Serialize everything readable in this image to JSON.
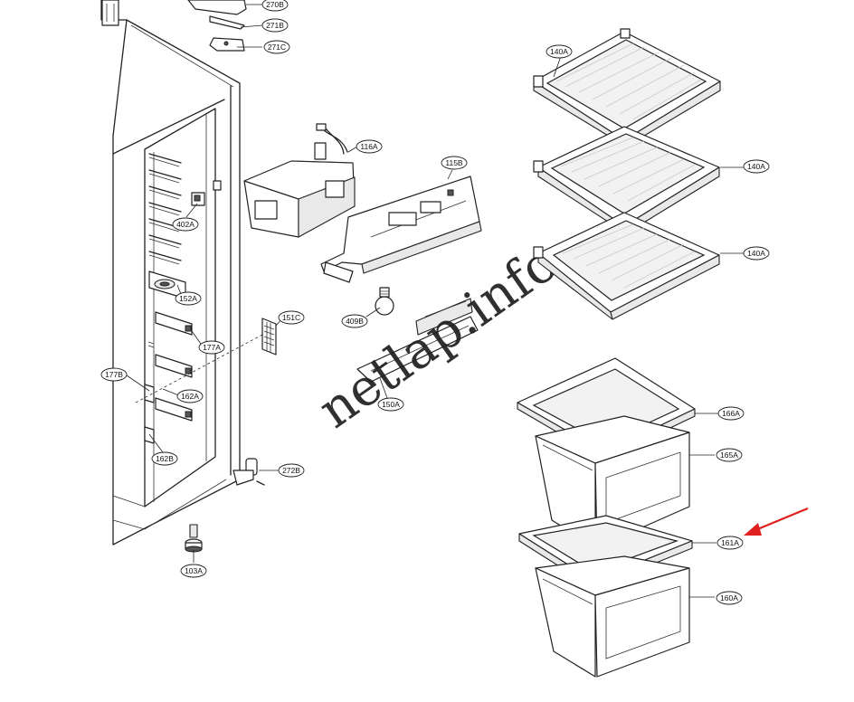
{
  "watermark": "netlap.info",
  "colors": {
    "line": "#222222",
    "arrow": "#e0201f",
    "background": "#ffffff"
  },
  "labels": {
    "l270B": "270B",
    "l271B": "271B",
    "l271C": "271C",
    "l116A": "116A",
    "l115B": "115B",
    "l402A": "402A",
    "l152A": "152A",
    "l409B": "409B",
    "l151C": "151C",
    "l177A": "177A",
    "l177B": "177B",
    "l162A": "162A",
    "l150A": "150A",
    "l162B": "162B",
    "l272B": "272B",
    "l103A": "103A",
    "l140A1": "140A",
    "l140A2": "140A",
    "l140A3": "140A",
    "l166A": "166A",
    "l165A": "165A",
    "l161A": "161A",
    "l160A": "160A"
  },
  "highlight": {
    "target_label": "161A",
    "arrow_icon": "red-arrow-icon"
  }
}
